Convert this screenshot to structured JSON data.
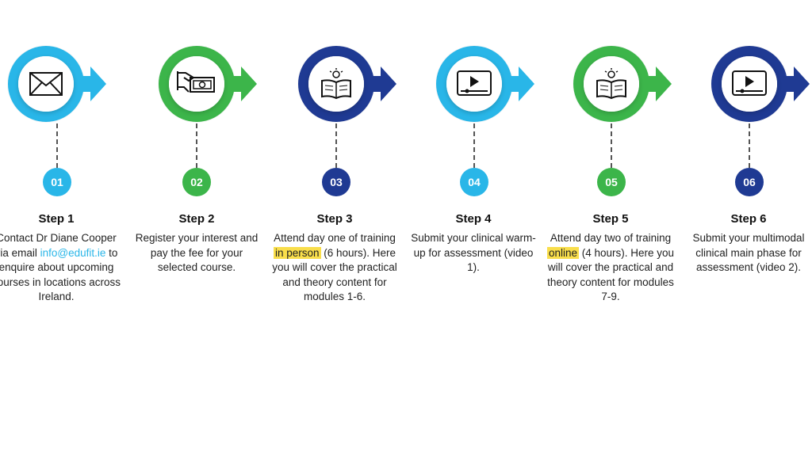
{
  "colors": {
    "light_blue": "#29b6e8",
    "green": "#3cb54a",
    "dark_blue": "#1f3a93",
    "highlight": "#f9de4b"
  },
  "steps": [
    {
      "number": "01",
      "title": "Step 1",
      "icon": "envelope-icon",
      "color": "#29b6e8",
      "desc_parts": [
        "Contact Dr Diane Cooper via email ",
        "info@edufit.ie",
        " to enquire about upcoming courses in locations across Ireland."
      ]
    },
    {
      "number": "02",
      "title": "Step 2",
      "icon": "hand-money-icon",
      "color": "#3cb54a",
      "desc": "Register your interest and pay the fee for your selected course."
    },
    {
      "number": "03",
      "title": "Step 3",
      "icon": "open-book-icon",
      "color": "#1f3a93",
      "desc_parts": [
        "Attend day one of training ",
        "in person",
        " (6 hours). Here you will cover the practical and theory content for modules 1-6."
      ]
    },
    {
      "number": "04",
      "title": "Step 4",
      "icon": "video-player-icon",
      "color": "#29b6e8",
      "desc": "Submit your clinical warm-up for assessment (video 1)."
    },
    {
      "number": "05",
      "title": "Step 5",
      "icon": "open-book-icon",
      "color": "#3cb54a",
      "desc_parts": [
        "Attend day two of training ",
        "online",
        " (4 hours). Here you will cover the practical and theory content for modules 7-9."
      ]
    },
    {
      "number": "06",
      "title": "Step 6",
      "icon": "video-player-icon",
      "color": "#1f3a93",
      "desc": "Submit your multimodal clinical main phase for assessment (video 2)."
    }
  ]
}
